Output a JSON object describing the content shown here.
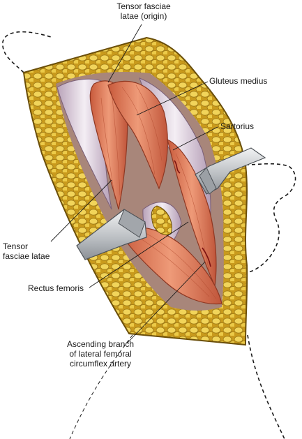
{
  "labels": {
    "tfl_origin": {
      "line1": "Tensor fasciae",
      "line2": "latae (origin)"
    },
    "gluteus_medius": "Gluteus medius",
    "sartorius": "Sartorius",
    "tfl": {
      "line1": "Tensor",
      "line2": "fasciae latae"
    },
    "rectus_femoris": "Rectus femoris",
    "artery": {
      "line1": "Ascending branch",
      "line2": "of lateral femoral",
      "line3": "circumflex artery"
    }
  },
  "colors": {
    "fat": "#d9b52c",
    "fat_edge": "#8a6a10",
    "muscle": "#e07a5a",
    "fascia": "#e8dfe8",
    "retractor": "#c9cccf"
  }
}
